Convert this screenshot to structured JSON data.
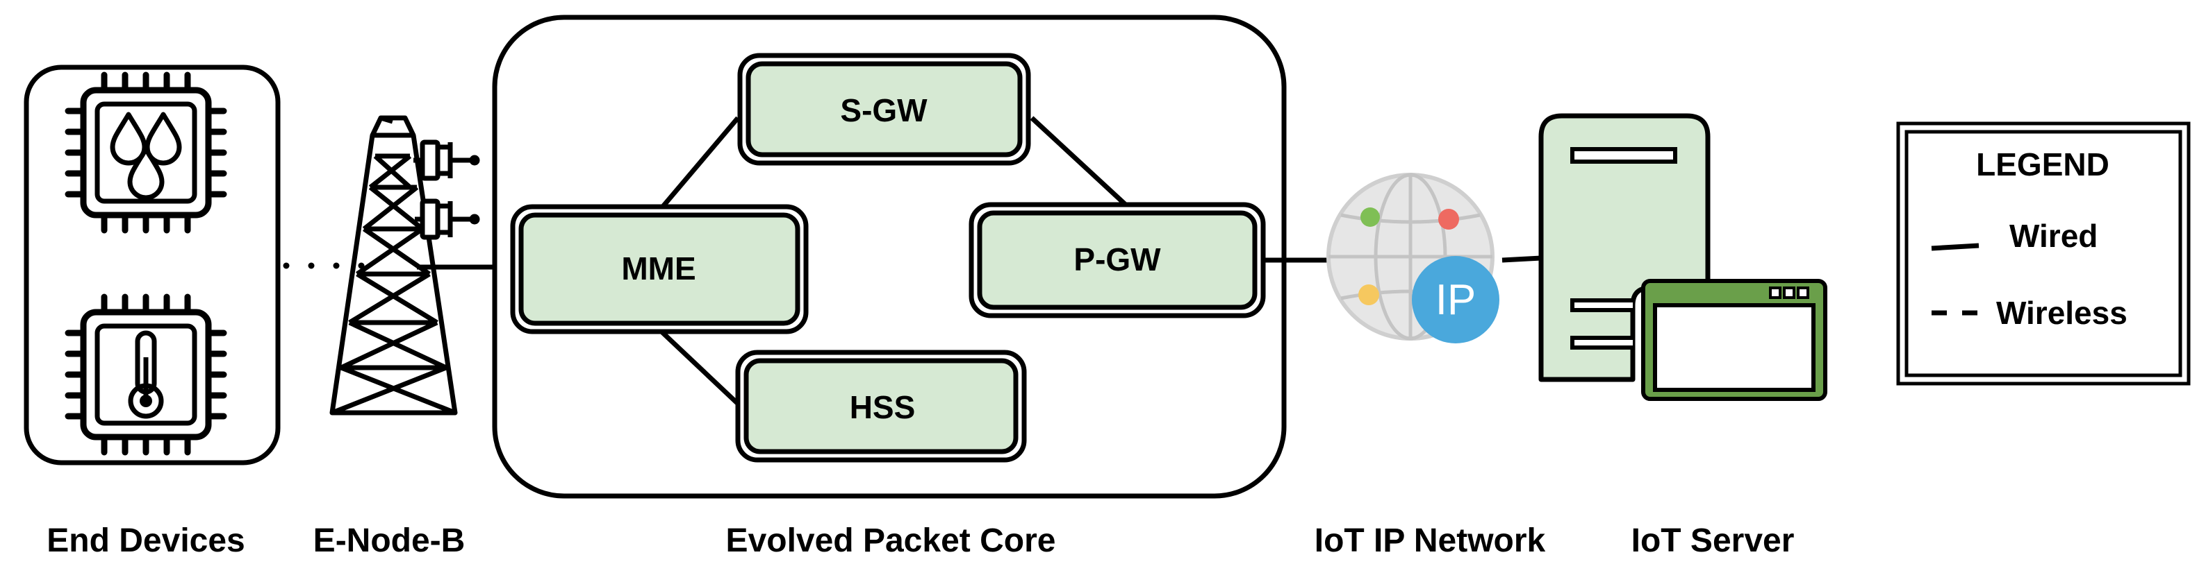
{
  "colors": {
    "node_fill": "#d6e9d3",
    "server_fill": "#d6e9d3",
    "window_frame": "#6a9f4a",
    "stroke": "#000000",
    "globe_fill": "#e6e6e6",
    "globe_lines": "#cccccc",
    "ip_badge": "#4aa8dc",
    "dot_green": "#7fbf55",
    "dot_red": "#ee6a61",
    "dot_yellow": "#f6c85f"
  },
  "icons": {
    "end_device_top": "water-drop-chip-icon",
    "end_device_bottom": "thermometer-chip-icon",
    "enodeb": "transmission-tower-icon",
    "network": "globe-ip-icon",
    "server": "server-icon"
  },
  "nodes": {
    "sgw": "S-GW",
    "mme": "MME",
    "pgw": "P-GW",
    "hss": "HSS"
  },
  "ip_badge_label": "IP",
  "labels": {
    "end_devices": "End Devices",
    "enodeb": "E-Node-B",
    "epc": "Evolved Packet Core",
    "iot_network": "IoT IP Network",
    "iot_server": "IoT Server"
  },
  "legend": {
    "title": "LEGEND",
    "wired": "Wired",
    "wireless": "Wireless"
  }
}
